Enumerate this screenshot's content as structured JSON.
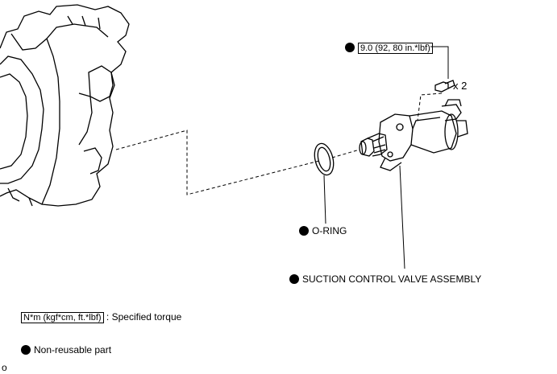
{
  "labels": {
    "torque_value": "9.0 (92, 80 in.*lbf)",
    "bolt_qty": "x 2",
    "oring": "O-RING",
    "valve_assembly": "SUCTION CONTROL VALVE ASSEMBLY"
  },
  "legend": {
    "torque_unit": "N*m (kgf*cm, ft.*lbf)",
    "torque_desc": ": Specified torque",
    "nonreusable_desc": "Non-reusable part"
  },
  "footer": {
    "corner_mark": "o"
  },
  "icons": [
    "non-reusable-dot-icon"
  ],
  "colors": {
    "line": "#000000",
    "background": "#ffffff"
  }
}
